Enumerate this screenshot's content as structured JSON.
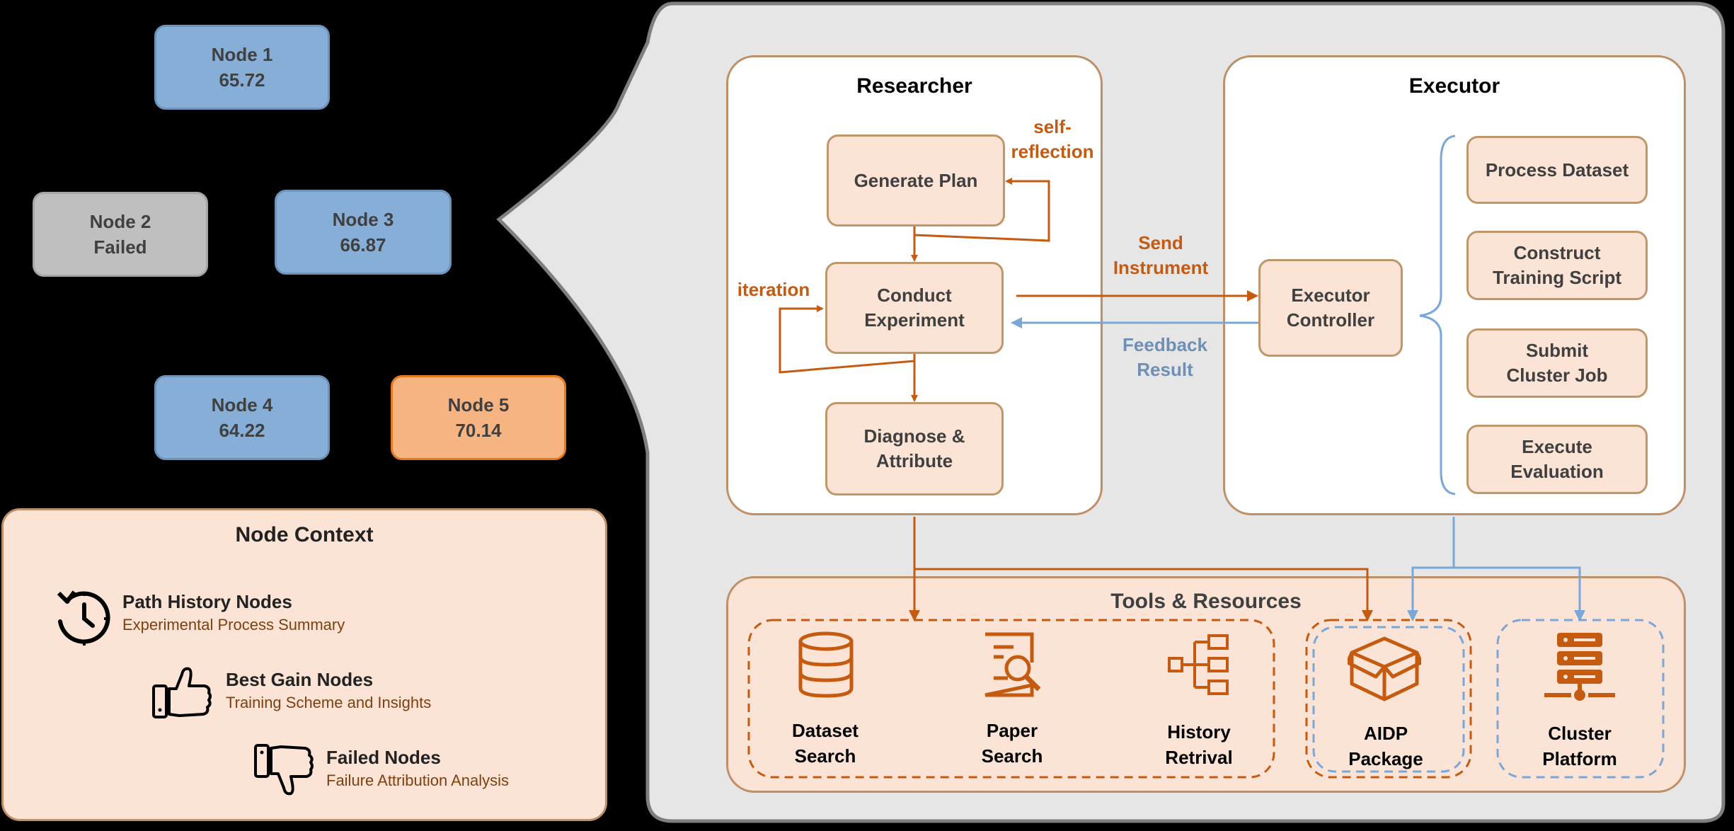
{
  "tree": {
    "nodes": [
      {
        "name": "Node 1",
        "value": "65.72"
      },
      {
        "name": "Node 2",
        "value": "Failed"
      },
      {
        "name": "Node 3",
        "value": "66.87"
      },
      {
        "name": "Node 4",
        "value": "64.22"
      },
      {
        "name": "Node 5",
        "value": "70.14"
      }
    ]
  },
  "node_context": {
    "title": "Node Context",
    "items": [
      {
        "title": "Path History Nodes",
        "subtitle": "Experimental Process Summary",
        "icon": "clock-history-icon"
      },
      {
        "title": "Best Gain Nodes",
        "subtitle": "Training Scheme and Insights",
        "icon": "thumbs-up-icon"
      },
      {
        "title": "Failed Nodes",
        "subtitle": "Failure Attribution Analysis",
        "icon": "thumbs-down-icon"
      }
    ]
  },
  "researcher": {
    "title": "Researcher",
    "steps": [
      "Generate Plan",
      "Conduct\nExperiment",
      "Diagnose &\nAttribute"
    ],
    "loop_self": "self-\nreflection",
    "loop_iter": "iteration"
  },
  "executor": {
    "title": "Executor",
    "controller": "Executor\nController",
    "tasks": [
      "Process Dataset",
      "Construct\nTraining Script",
      "Submit\nCluster Job",
      "Execute\nEvaluation"
    ]
  },
  "links": {
    "send": "Send\nInstrument",
    "feedback": "Feedback\nResult"
  },
  "tools": {
    "title": "Tools & Resources",
    "items": [
      {
        "label": "Dataset\nSearch",
        "icon": "database-icon"
      },
      {
        "label": "Paper\nSearch",
        "icon": "document-search-icon"
      },
      {
        "label": "History\nRetrival",
        "icon": "hierarchy-icon"
      },
      {
        "label": "AIDP\nPackage",
        "icon": "package-icon"
      },
      {
        "label": "Cluster\nPlatform",
        "icon": "server-icon"
      }
    ]
  },
  "colors": {
    "orange": "#c55a11",
    "blue": "#7aa6d8",
    "blue_node": "#86aed6",
    "peach": "#fbe4d5",
    "gray_panel": "#e6e6e6"
  }
}
